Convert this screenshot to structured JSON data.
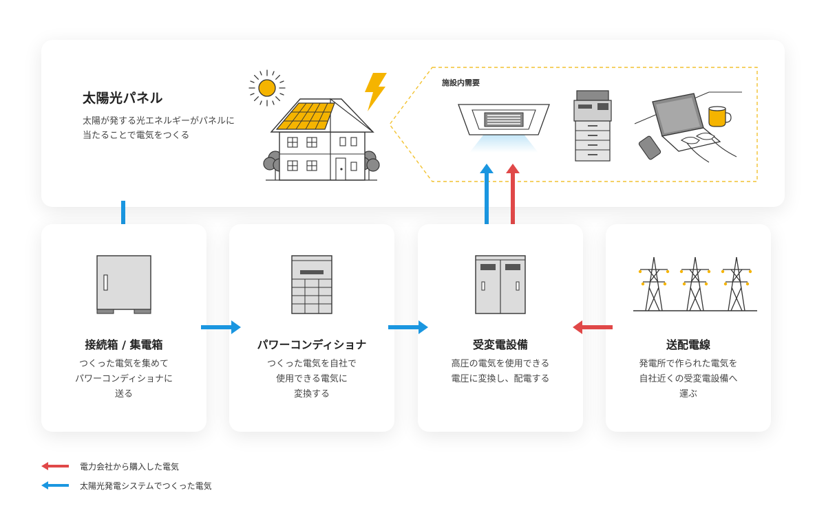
{
  "solar": {
    "title": "太陽光パネル",
    "description": "太陽が発する光エネルギーがパネルに当たることで電気をつくる"
  },
  "facility": {
    "label": "施設内需要"
  },
  "cards": [
    {
      "title": "接続箱 / 集電箱",
      "description": "つくった電気を集めて\nパワーコンディショナに\n送る"
    },
    {
      "title": "パワーコンディショナ",
      "description": "つくった電気を自社で\n使用できる電気に\n変換する"
    },
    {
      "title": "受変電設備",
      "description": "高圧の電気を使用できる\n電圧に変換し、配電する"
    },
    {
      "title": "送配電線",
      "description": "発電所で作られた電気を\n自社近くの受変電設備へ\n運ぶ"
    }
  ],
  "legend": {
    "purchased": "電力会社から購入した電気",
    "solar_made": "太陽光発電システムでつくった電気"
  },
  "colors": {
    "blue": "#1a96e0",
    "red": "#e04848",
    "yellow": "#f5b400",
    "dashed_border": "#f2c230"
  }
}
